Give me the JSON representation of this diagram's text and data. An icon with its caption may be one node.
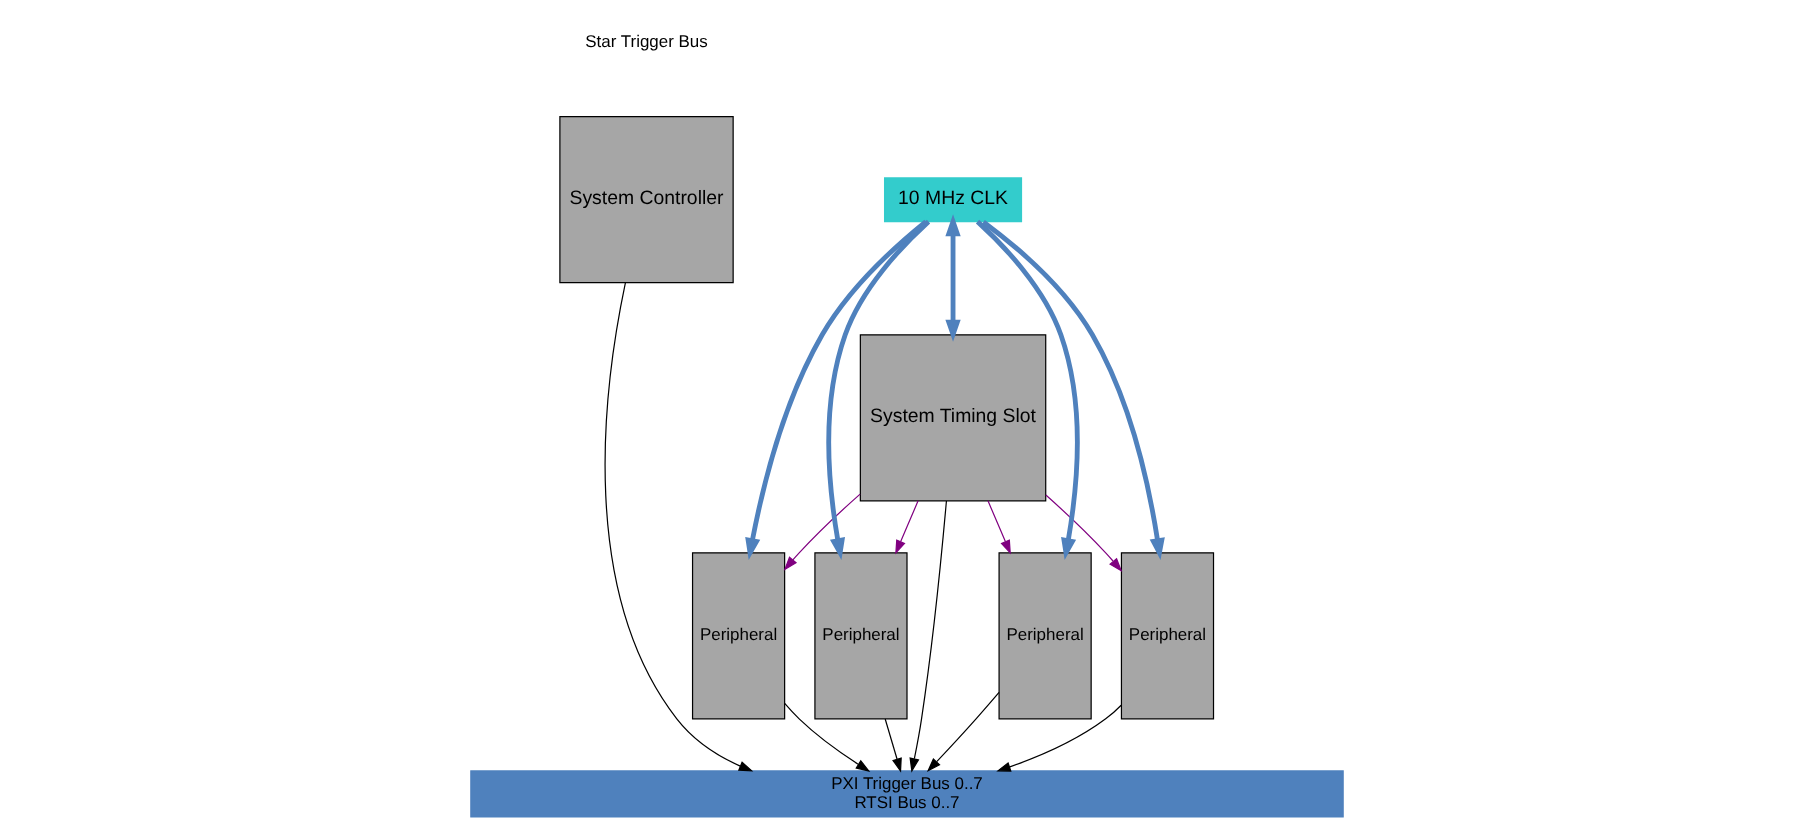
{
  "diagram": {
    "nodes": [
      {
        "text": [
          "System Controller"
        ]
      },
      {
        "text": [
          "System Timing Slot"
        ]
      },
      {
        "text": [
          "Peripheral"
        ]
      },
      {
        "text": [
          "Peripheral"
        ]
      },
      {
        "text": [
          "Peripheral"
        ]
      },
      {
        "text": [
          "Peripheral"
        ]
      },
      {
        "text": [
          "10 MHz CLK"
        ]
      },
      {
        "text": [
          "PXI Trigger Bus 0..7",
          "RTSI Bus 0..7"
        ]
      }
    ],
    "edges": [
      {
        "from": 1,
        "to": 2,
        "arrow": "to",
        "color": "#800080"
      },
      {
        "from": 1,
        "to": 3,
        "arrow": "to",
        "color": "#800080"
      },
      {
        "from": 1,
        "to": 4,
        "arrow": "to",
        "color": "#800080"
      },
      {
        "from": 1,
        "to": 5,
        "arrow": "to",
        "color": "#800080"
      },
      {
        "from": 6,
        "to": 1,
        "arrow": "both",
        "style": "thick",
        "color": "#4f81bd"
      },
      {
        "from": 6,
        "to": 2,
        "arrow": "to",
        "style": "thick",
        "color": "#4f81bd"
      },
      {
        "from": 6,
        "to": 3,
        "arrow": "to",
        "style": "thick",
        "color": "#4f81bd"
      },
      {
        "from": 6,
        "to": 4,
        "arrow": "to",
        "style": "thick",
        "color": "#4f81bd"
      },
      {
        "from": 6,
        "to": 5,
        "arrow": "to",
        "style": "thick",
        "color": "#4f81bd"
      },
      {
        "from": 0,
        "to": 7,
        "arrow": "to"
      },
      {
        "from": 1,
        "to": 7,
        "arrow": "to"
      },
      {
        "from": 2,
        "to": 7,
        "arrow": "to"
      },
      {
        "from": 3,
        "to": 7,
        "arrow": "to"
      },
      {
        "from": 4,
        "to": 7,
        "arrow": "to"
      },
      {
        "from": 5,
        "to": 7,
        "arrow": "to"
      }
    ],
    "labels": [
      "Star Trigger Bus"
    ]
  }
}
